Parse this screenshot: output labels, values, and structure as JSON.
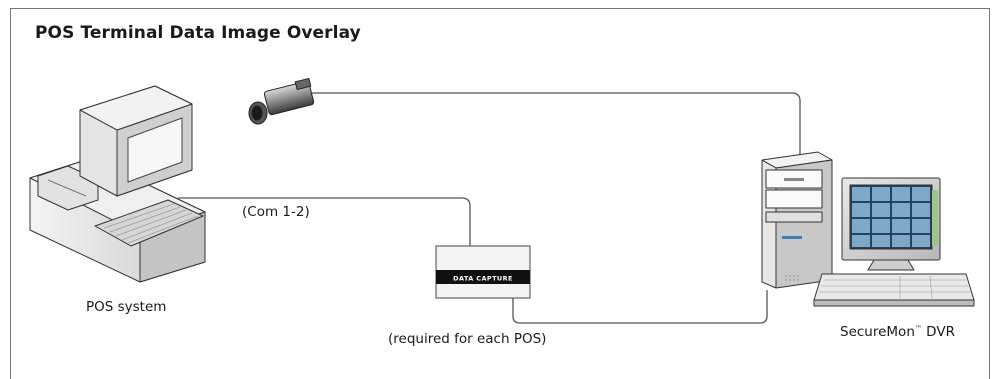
{
  "title": "POS Terminal Data Image Overlay",
  "labels": {
    "com_port": "(Com 1-2)",
    "pos_system": "POS system",
    "required": "(required for each POS)",
    "dvr_name": "SecureMon",
    "dvr_tm": "™",
    "dvr_suffix": " DVR",
    "data_capture": "DATA CAPTURE"
  },
  "icons": [
    "pos-terminal-icon",
    "security-camera-icon",
    "data-capture-box-icon",
    "dvr-tower-icon",
    "monitor-icon",
    "keyboard-icon"
  ]
}
